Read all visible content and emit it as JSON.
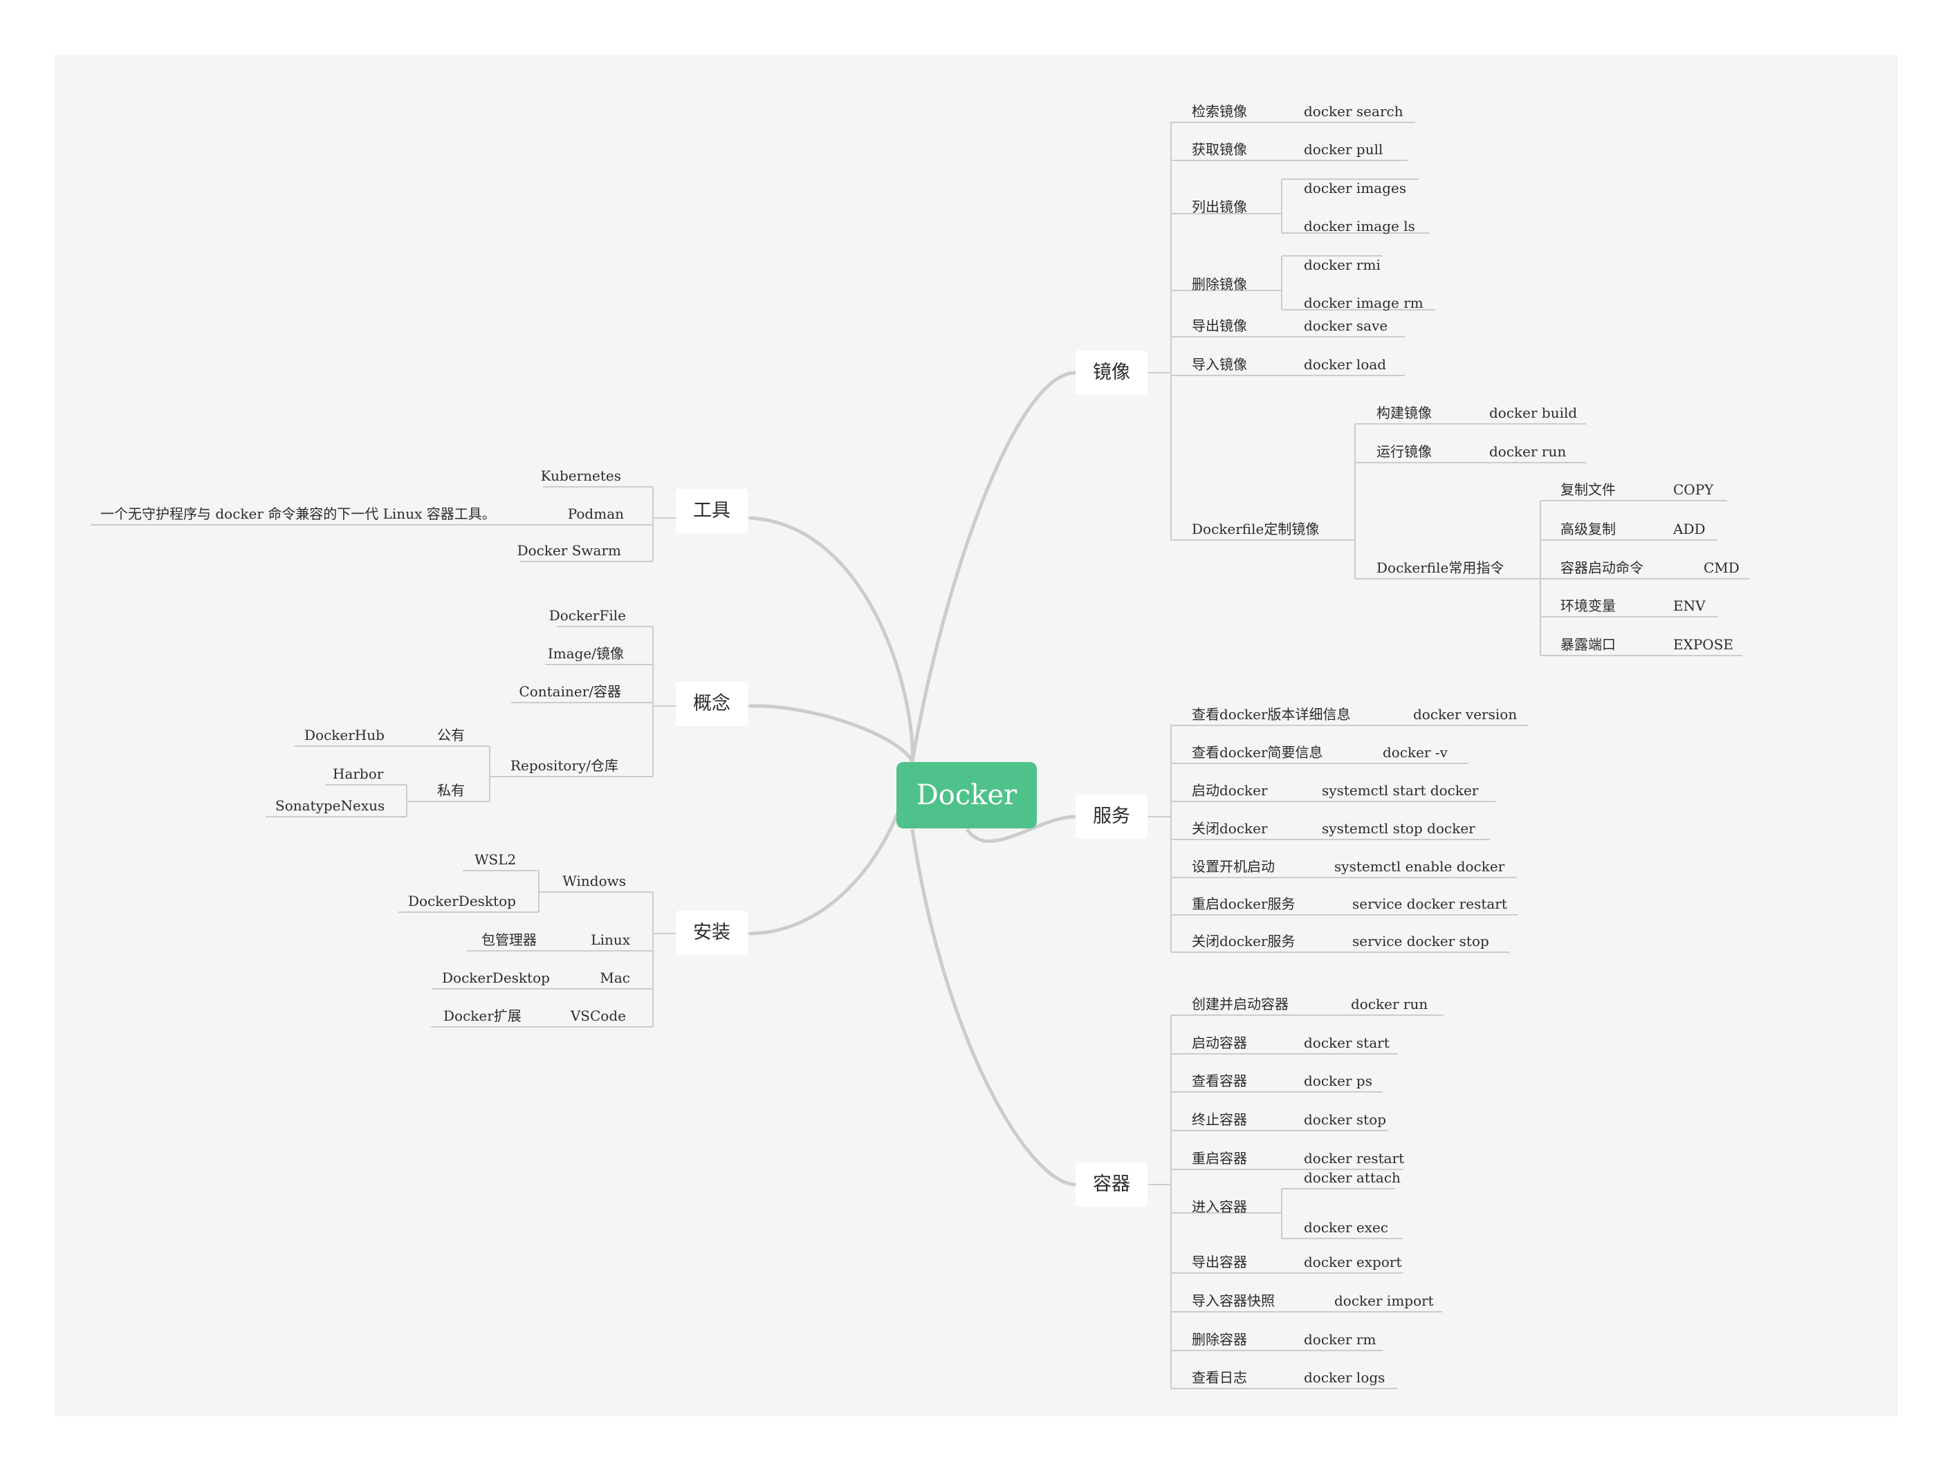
{
  "root": "Docker",
  "branches": {
    "image": {
      "label": "镜像",
      "items": [
        {
          "label": "检索镜像",
          "cmds": [
            "docker search"
          ]
        },
        {
          "label": "获取镜像",
          "cmds": [
            "docker pull"
          ]
        },
        {
          "label": "列出镜像",
          "cmds": [
            "docker images",
            "docker image ls"
          ]
        },
        {
          "label": "删除镜像",
          "cmds": [
            "docker rmi",
            "docker image rm"
          ]
        },
        {
          "label": "导出镜像",
          "cmds": [
            "docker save"
          ]
        },
        {
          "label": "导入镜像",
          "cmds": [
            "docker load"
          ]
        }
      ],
      "dockerfile": {
        "label": "Dockerfile定制镜像",
        "build": {
          "label": "构建镜像",
          "cmd": "docker build"
        },
        "run": {
          "label": "运行镜像",
          "cmd": "docker run"
        },
        "instructions": {
          "label": "Dockerfile常用指令",
          "items": [
            {
              "label": "复制文件",
              "cmd": "COPY"
            },
            {
              "label": "高级复制",
              "cmd": "ADD"
            },
            {
              "label": "容器启动命令",
              "cmd": "CMD"
            },
            {
              "label": "环境变量",
              "cmd": "ENV"
            },
            {
              "label": "暴露端口",
              "cmd": "EXPOSE"
            }
          ]
        }
      }
    },
    "service": {
      "label": "服务",
      "items": [
        {
          "label": "查看docker版本详细信息",
          "cmd": "docker version"
        },
        {
          "label": "查看docker简要信息",
          "cmd": "docker -v"
        },
        {
          "label": "启动docker",
          "cmd": "systemctl start docker"
        },
        {
          "label": "关闭docker",
          "cmd": "systemctl stop docker"
        },
        {
          "label": "设置开机启动",
          "cmd": "systemctl enable docker"
        },
        {
          "label": "重启docker服务",
          "cmd": "service docker restart"
        },
        {
          "label": "关闭docker服务",
          "cmd": "service docker stop"
        }
      ]
    },
    "container": {
      "label": "容器",
      "items": [
        {
          "label": "创建并启动容器",
          "cmds": [
            "docker run"
          ]
        },
        {
          "label": "启动容器",
          "cmds": [
            "docker start"
          ]
        },
        {
          "label": "查看容器",
          "cmds": [
            "docker ps"
          ]
        },
        {
          "label": "终止容器",
          "cmds": [
            "docker stop"
          ]
        },
        {
          "label": "重启容器",
          "cmds": [
            "docker restart"
          ]
        },
        {
          "label": "进入容器",
          "cmds": [
            "docker attach",
            "docker exec"
          ]
        },
        {
          "label": "导出容器",
          "cmds": [
            "docker export"
          ]
        },
        {
          "label": "导入容器快照",
          "cmds": [
            "docker import"
          ]
        },
        {
          "label": "删除容器",
          "cmds": [
            "docker rm"
          ]
        },
        {
          "label": "查看日志",
          "cmds": [
            "docker logs"
          ]
        }
      ]
    },
    "tools": {
      "label": "工具",
      "items": [
        "Kubernetes",
        "Podman",
        "Docker Swarm"
      ],
      "podman_note": "一个无守护程序与 docker 命令兼容的下一代 Linux 容器工具。"
    },
    "concepts": {
      "label": "概念",
      "items": [
        "DockerFile",
        "Image/镜像",
        "Container/容器"
      ],
      "repository": {
        "label": "Repository/仓库",
        "public": {
          "label": "公有",
          "items": [
            "DockerHub"
          ]
        },
        "private": {
          "label": "私有",
          "items": [
            "Harbor",
            "SonatypeNexus"
          ]
        }
      }
    },
    "install": {
      "label": "安装",
      "windows": {
        "label": "Windows",
        "items": [
          "WSL2",
          "DockerDesktop"
        ]
      },
      "linux": {
        "label": "Linux",
        "item": "包管理器"
      },
      "mac": {
        "label": "Mac",
        "item": "DockerDesktop"
      },
      "vscode": {
        "label": "VSCode",
        "item": "Docker扩展"
      }
    }
  }
}
